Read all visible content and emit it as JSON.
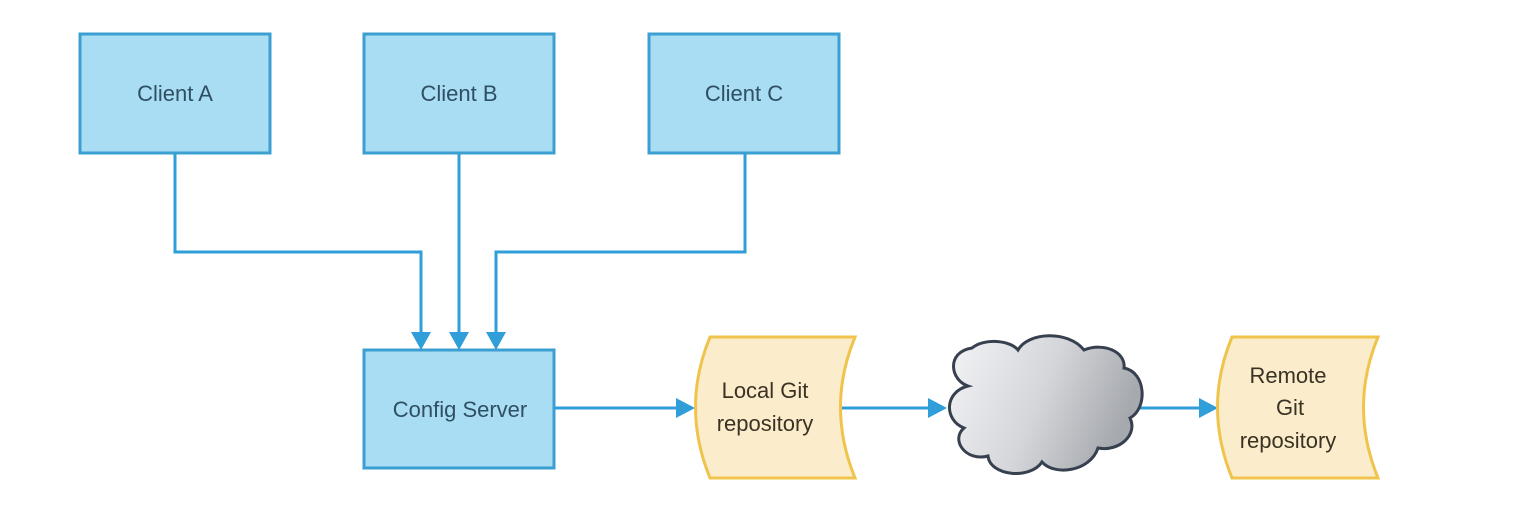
{
  "diagram": {
    "colors": {
      "box_fill": "#a9ddf3",
      "box_stroke": "#3b9fd1",
      "connector": "#2f9ed9",
      "repo_fill": "#fbeccb",
      "repo_stroke": "#f0c44c",
      "cloud_stroke": "#37404f"
    },
    "clients": [
      {
        "id": "client-a",
        "label": "Client A"
      },
      {
        "id": "client-b",
        "label": "Client B"
      },
      {
        "id": "client-c",
        "label": "Client C"
      }
    ],
    "server": {
      "id": "config-server",
      "label": "Config Server"
    },
    "local_repo": {
      "id": "local-git-repo",
      "lines": [
        "Local Git",
        "repository"
      ]
    },
    "cloud": {
      "id": "network-cloud",
      "icon": "cloud-icon"
    },
    "remote_repo": {
      "id": "remote-git-repo",
      "lines": [
        "Remote",
        "Git",
        "repository"
      ]
    },
    "edges": [
      {
        "from": "client-a",
        "to": "config-server"
      },
      {
        "from": "client-b",
        "to": "config-server"
      },
      {
        "from": "client-c",
        "to": "config-server"
      },
      {
        "from": "config-server",
        "to": "local-git-repo"
      },
      {
        "from": "local-git-repo",
        "to": "network-cloud"
      },
      {
        "from": "network-cloud",
        "to": "remote-git-repo"
      }
    ]
  }
}
